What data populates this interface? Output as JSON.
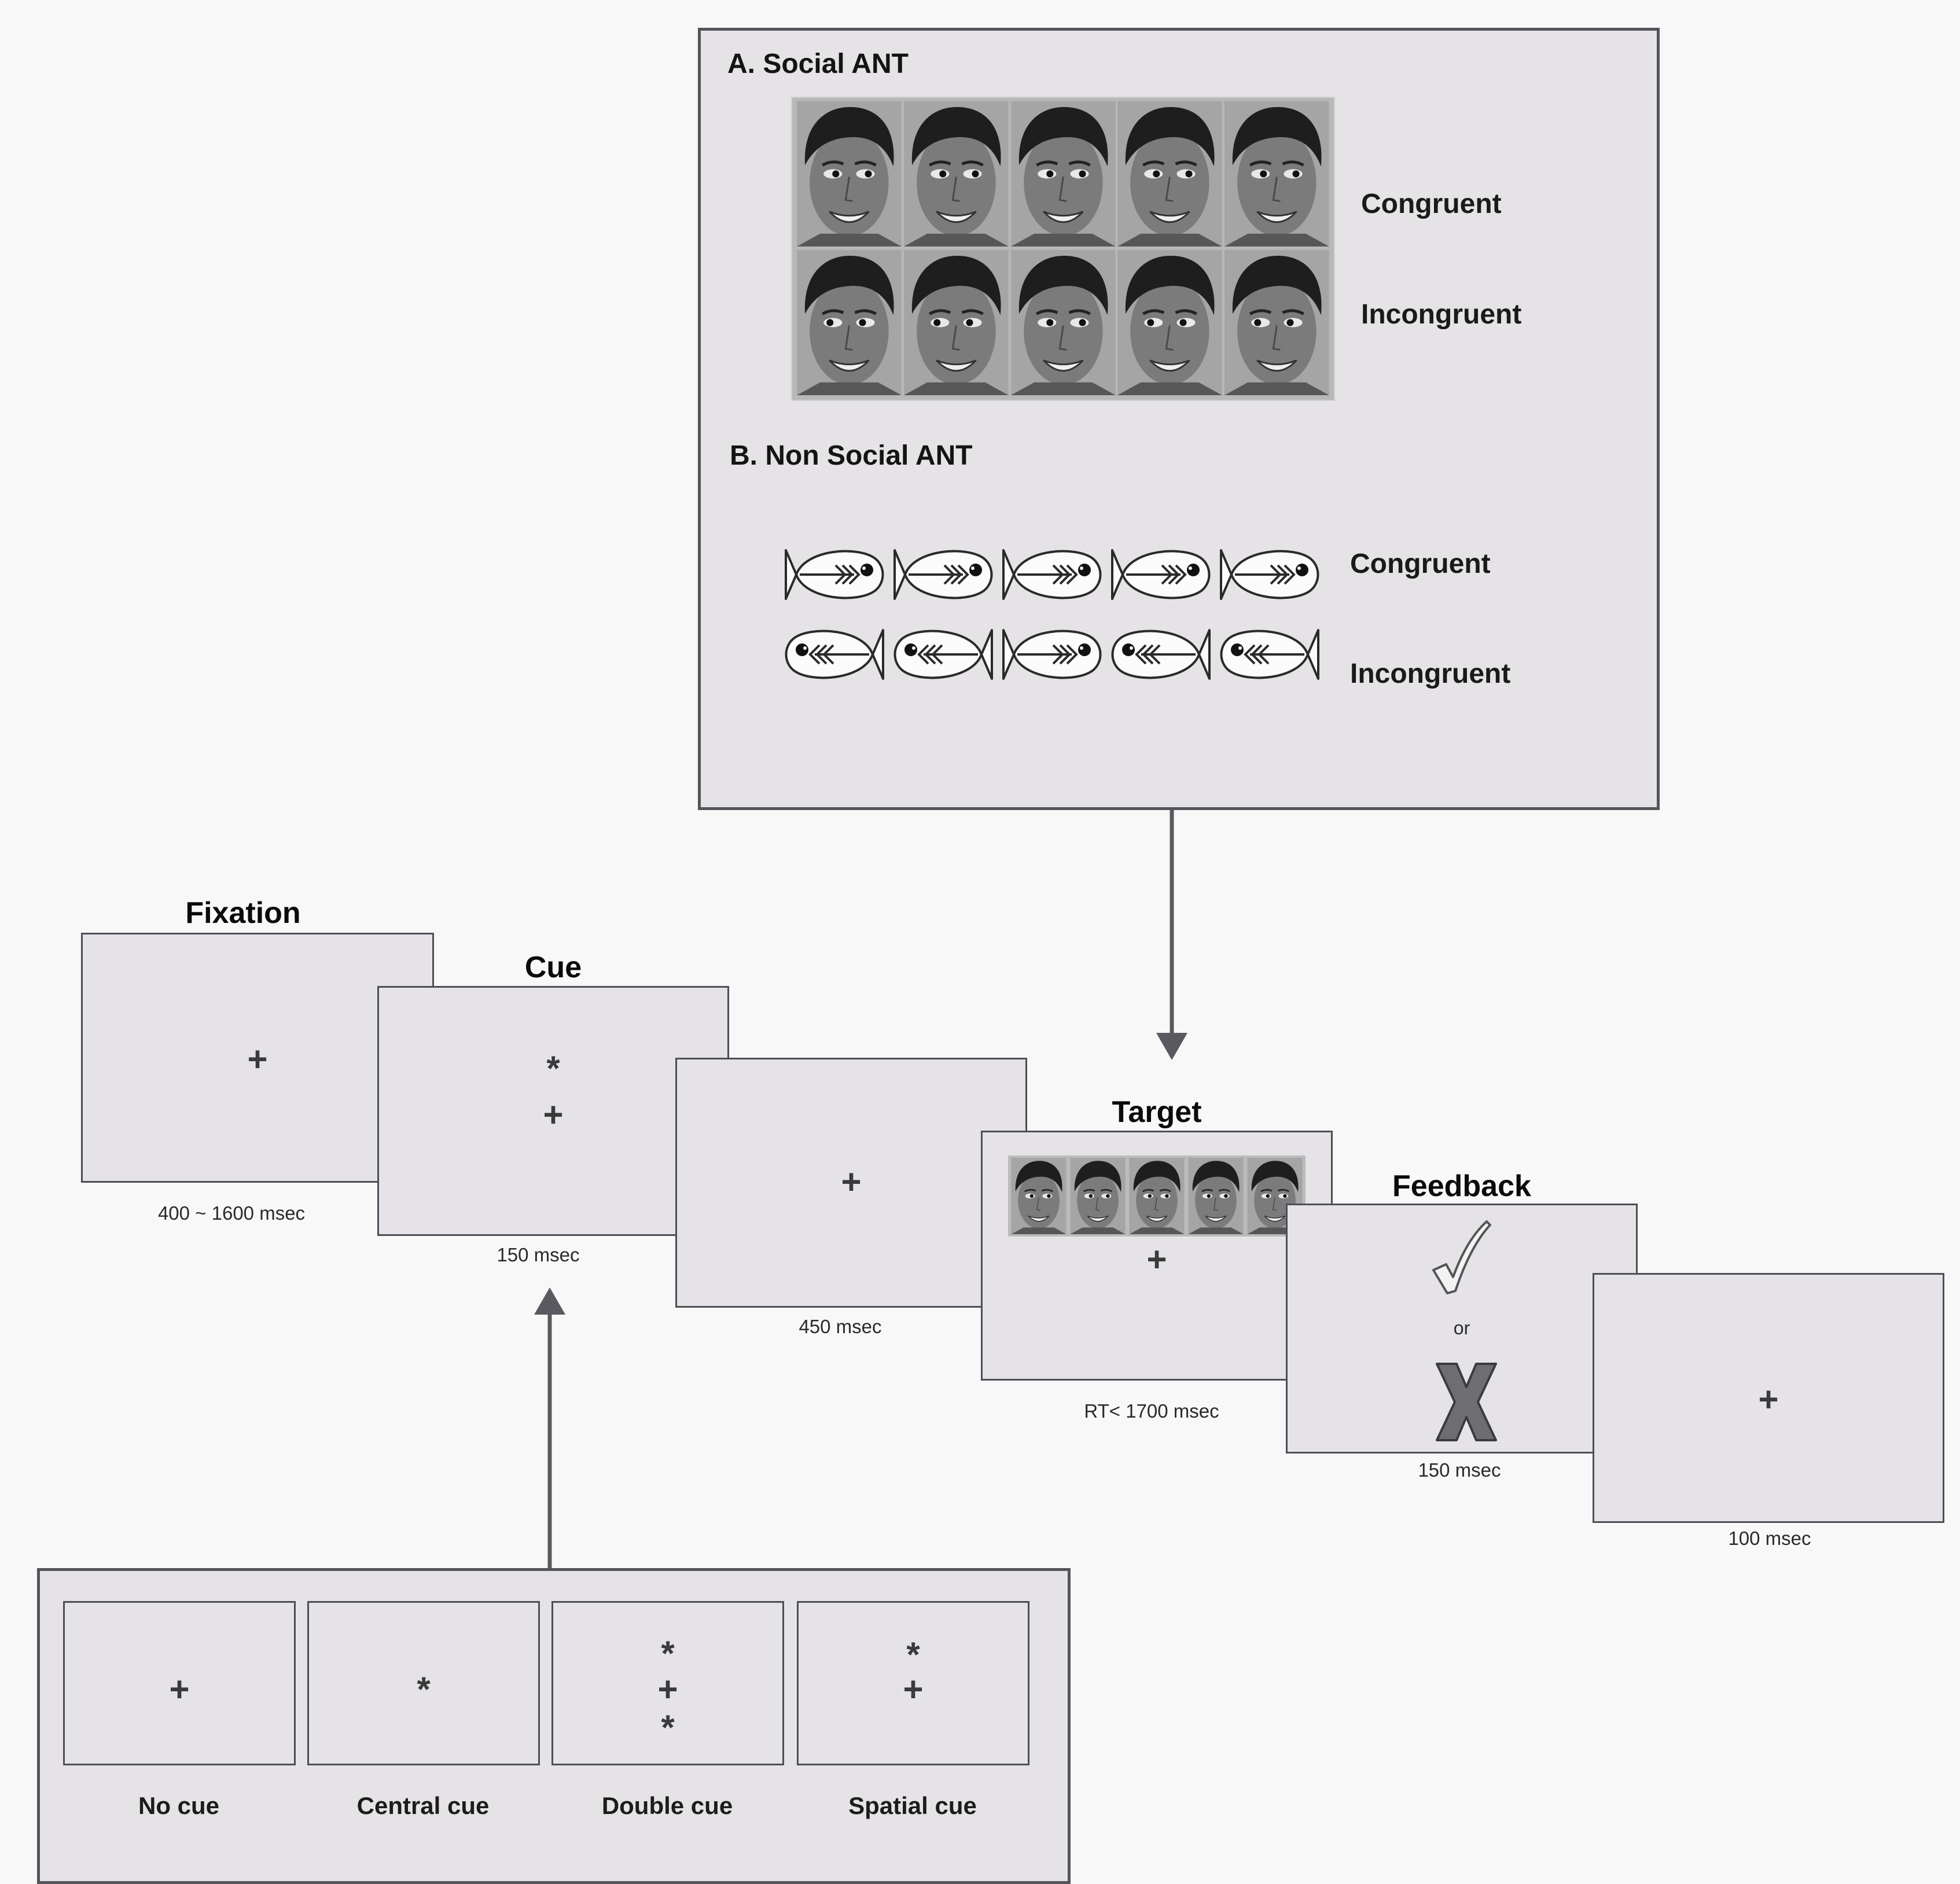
{
  "panel_top": {
    "section_a": "A. Social ANT",
    "section_b": "B. Non Social ANT",
    "face_rows": [
      {
        "label": "Congruent",
        "gaze": [
          "right",
          "right",
          "right",
          "right",
          "right"
        ]
      },
      {
        "label": "Incongruent",
        "gaze": [
          "left",
          "left",
          "right",
          "left",
          "left"
        ]
      }
    ],
    "fish_rows": [
      {
        "label": "Congruent",
        "dirs": [
          "right",
          "right",
          "right",
          "right",
          "right"
        ]
      },
      {
        "label": "Incongruent",
        "dirs": [
          "left",
          "left",
          "right",
          "left",
          "left"
        ]
      }
    ]
  },
  "sequence": [
    {
      "key": "fixation",
      "title": "Fixation",
      "duration": "400 ~ 1600 msec",
      "symbols": [
        "+"
      ]
    },
    {
      "key": "cue",
      "title": "Cue",
      "duration": "150 msec",
      "symbols": [
        "*",
        "+"
      ]
    },
    {
      "key": "interval",
      "title": "",
      "duration": "450 msec",
      "symbols": [
        "+"
      ]
    },
    {
      "key": "target",
      "title": "Target",
      "duration": "RT< 1700 msec",
      "symbols": [
        "+"
      ]
    },
    {
      "key": "feedback",
      "title": "Feedback",
      "duration": "150 msec",
      "or_text": "or"
    },
    {
      "key": "blank",
      "title": "",
      "duration": "100 msec",
      "symbols": [
        "+"
      ]
    }
  ],
  "cue_types": [
    {
      "label": "No cue",
      "symbols": [
        "+"
      ]
    },
    {
      "label": "Central cue",
      "symbols": [
        "*"
      ]
    },
    {
      "label": "Double cue",
      "symbols": [
        "*",
        "+",
        "*"
      ]
    },
    {
      "label": "Spatial cue",
      "symbols": [
        "*",
        "+"
      ]
    }
  ],
  "colors": {
    "panel_fill": "#e6e3e7",
    "border": "#55545a",
    "arrow": "#5a5960",
    "background": "#f9f8f8"
  }
}
